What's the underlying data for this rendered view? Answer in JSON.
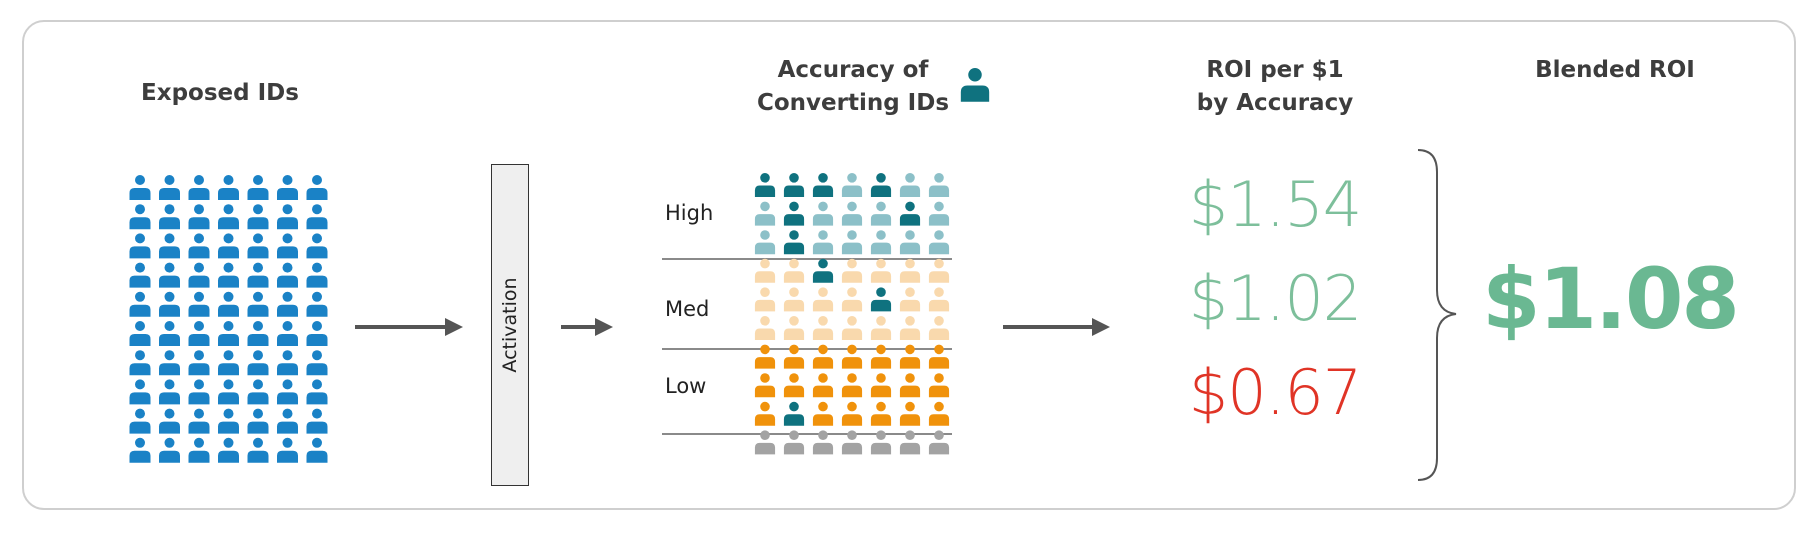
{
  "headers": {
    "exposed": "Exposed IDs",
    "accuracy_line1": "Accuracy of",
    "accuracy_line2": "Converting IDs",
    "roi_line1": "ROI per $1",
    "roi_line2": "by Accuracy",
    "blended": "Blended ROI"
  },
  "activation_label": "Activation",
  "levels": [
    {
      "label": "High",
      "roi": "$1.54",
      "roi_color": "#7dbf9b"
    },
    {
      "label": "Med",
      "roi": "$1.02",
      "roi_color": "#7dbf9b"
    },
    {
      "label": "Low",
      "roi": "$0.67",
      "roi_color": "#e03426"
    }
  ],
  "blended_roi": "$1.08",
  "colors": {
    "exposed": "#1a82c6",
    "converting": "#0f727f",
    "high": "#8cc0c8",
    "med": "#f9d9ad",
    "low": "#f0920b",
    "none": "#a3a3a3",
    "arrow": "#555555",
    "bracket": "#555555"
  },
  "icons": {
    "person": "person-icon",
    "legend": "converting-person-icon"
  },
  "exposed_grid": {
    "rows": 10,
    "cols": 7
  },
  "accuracy_grid": {
    "cols": 7,
    "rows": [
      [
        "converting",
        "converting",
        "converting",
        "high",
        "converting",
        "high",
        "high"
      ],
      [
        "high",
        "converting",
        "high",
        "high",
        "high",
        "converting",
        "high"
      ],
      [
        "high",
        "converting",
        "high",
        "high",
        "high",
        "high",
        "high"
      ],
      [
        "med",
        "med",
        "converting",
        "med",
        "med",
        "med",
        "med"
      ],
      [
        "med",
        "med",
        "med",
        "med",
        "converting",
        "med",
        "med"
      ],
      [
        "med",
        "med",
        "med",
        "med",
        "med",
        "med",
        "med"
      ],
      [
        "low",
        "low",
        "low",
        "low",
        "low",
        "low",
        "low"
      ],
      [
        "low",
        "low",
        "low",
        "low",
        "low",
        "low",
        "low"
      ],
      [
        "low",
        "converting",
        "low",
        "low",
        "low",
        "low",
        "low"
      ],
      [
        "none",
        "none",
        "none",
        "none",
        "none",
        "none",
        "none"
      ]
    ]
  }
}
